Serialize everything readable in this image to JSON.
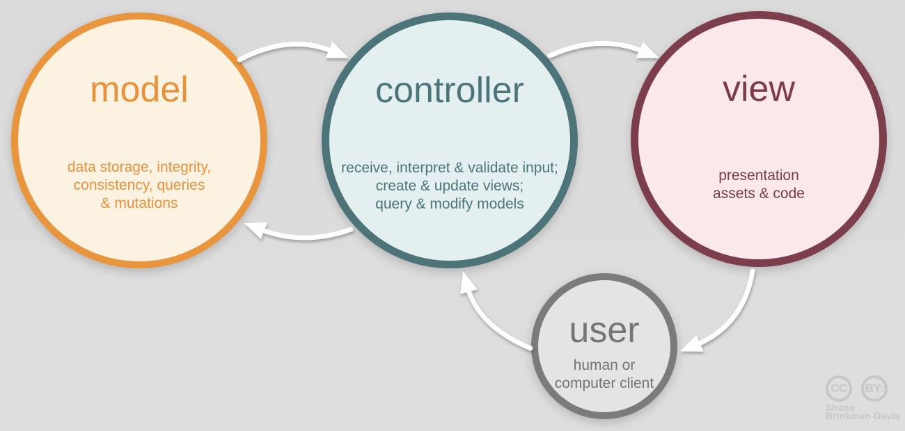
{
  "background_color": "#DCDCDC",
  "nodes": {
    "model": {
      "label": "model",
      "description": [
        "data storage, integrity,",
        "consistency, queries",
        "& mutations"
      ],
      "border_color": "#E8953E",
      "fill_color": "#FCF2E1",
      "text_color": "#E8923C"
    },
    "controller": {
      "label": "controller",
      "description": [
        "receive, interpret & validate input;",
        "create & update views;",
        "query & modify models"
      ],
      "border_color": "#4D7479",
      "fill_color": "#E3F0EF",
      "text_color": "#4D7479"
    },
    "view": {
      "label": "view",
      "description": [
        "presentation",
        "assets & code"
      ],
      "border_color": "#7C3E4B",
      "fill_color": "#FAE8EB",
      "text_color": "#7C3B4A"
    },
    "user": {
      "label": "user",
      "description": [
        "human or",
        "computer client"
      ],
      "border_color": "#7B7B7B",
      "fill_color": "#E4E4E4",
      "text_color": "#757575"
    }
  },
  "arrows": {
    "color": "#FFFFFF",
    "connections": [
      {
        "from": "model",
        "to": "controller"
      },
      {
        "from": "controller",
        "to": "view"
      },
      {
        "from": "controller",
        "to": "model"
      },
      {
        "from": "view",
        "to": "user"
      },
      {
        "from": "user",
        "to": "controller"
      }
    ]
  },
  "license_badge": {
    "cc_label": "CC",
    "by_label": "BY:",
    "attribution": [
      "Shane",
      "Brinkman-Davis"
    ],
    "color": "#C7C7C7"
  }
}
